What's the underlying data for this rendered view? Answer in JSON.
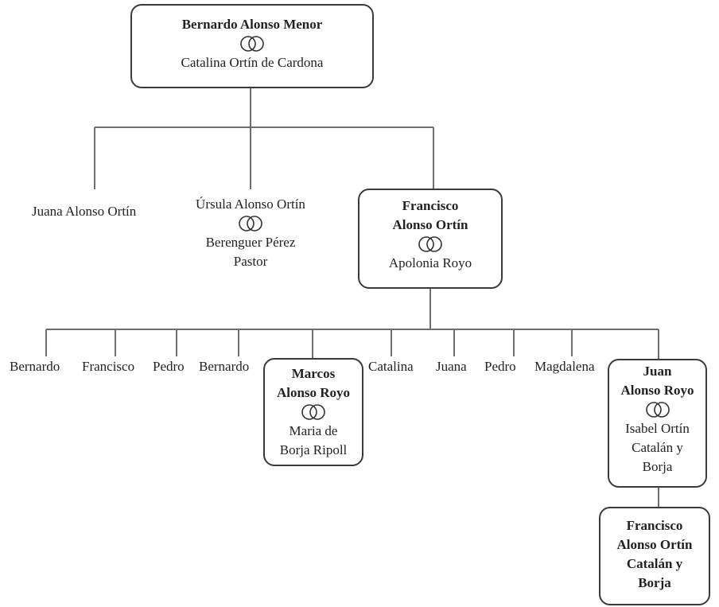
{
  "root": {
    "name": "Bernardo Alonso Menor",
    "spouse": "Catalina Ortín de Cardona"
  },
  "gen2": {
    "juana": "Juana  Alonso  Ortín",
    "ursula": {
      "name": "Úrsula  Alonso  Ortín",
      "spouse_line1": "Berenguer  Pérez",
      "spouse_line2": "Pastor"
    },
    "francisco": {
      "name_line1": "Francisco",
      "name_line2": "Alonso Ortín",
      "spouse": "Apolonia Royo"
    }
  },
  "gen3": {
    "bernardo1": "Bernardo",
    "francisco": "Francisco",
    "pedro1": "Pedro",
    "bernardo2": "Bernardo",
    "marcos": {
      "name_line1": "Marcos",
      "name_line2": "Alonso Royo",
      "spouse_line1": "Maria  de",
      "spouse_line2": "Borja Ripoll"
    },
    "catalina": "Catalina",
    "juana": "Juana",
    "pedro2": "Pedro",
    "magdalena": "Magdalena",
    "juan": {
      "name_line1": "Juan",
      "name_line2": "Alonso Royo",
      "spouse_line1": "Isabel  Ortín",
      "spouse_line2": "Catalán  y",
      "spouse_line3": "Borja"
    }
  },
  "gen4": {
    "francisco": {
      "line1": "Francisco",
      "line2": "Alonso Ortín",
      "line3": "Catalán  y",
      "line4": "Borja"
    }
  },
  "symbols": {
    "marriage": "interlocking-rings-icon"
  },
  "colors": {
    "line": "#6e6e6e",
    "border": "#3a3a3a",
    "text": "#222222"
  }
}
